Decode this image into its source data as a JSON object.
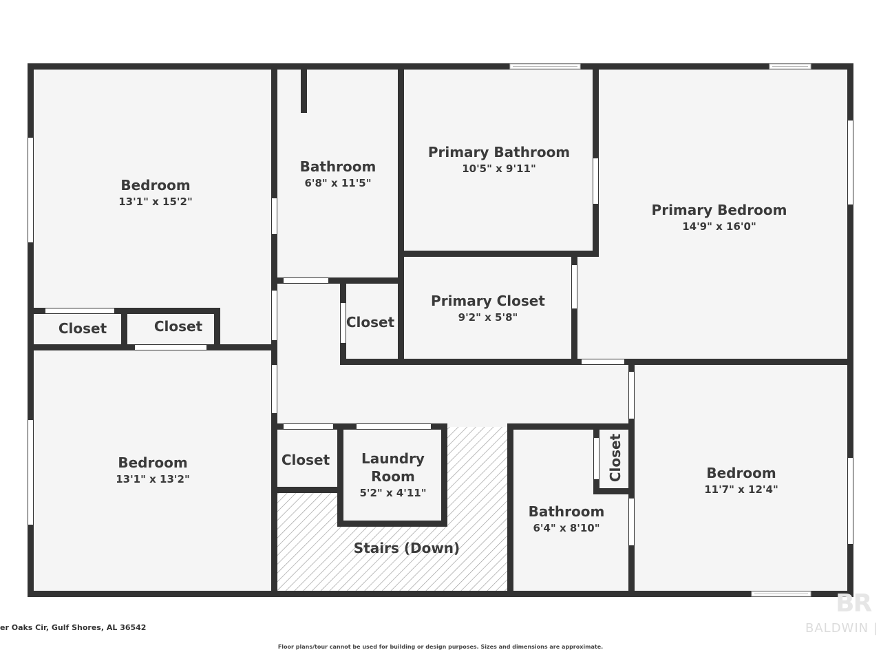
{
  "rooms": [
    {
      "id": "bedroom-nw",
      "name": "Bedroom",
      "dims": "13'1\" x 15'2\""
    },
    {
      "id": "bathroom-north",
      "name": "Bathroom",
      "dims": "6'8\" x 11'5\""
    },
    {
      "id": "primary-bathroom",
      "name": "Primary Bathroom",
      "dims": "10'5\" x 9'11\""
    },
    {
      "id": "primary-bedroom",
      "name": "Primary Bedroom",
      "dims": "14'9\" x 16'0\""
    },
    {
      "id": "primary-closet",
      "name": "Primary Closet",
      "dims": "9'2\" x 5'8\""
    },
    {
      "id": "closet-west-1",
      "name": "Closet"
    },
    {
      "id": "closet-west-2",
      "name": "Closet"
    },
    {
      "id": "closet-hall",
      "name": "Closet"
    },
    {
      "id": "bedroom-sw",
      "name": "Bedroom",
      "dims": "13'1\" x 13'2\""
    },
    {
      "id": "closet-south",
      "name": "Closet"
    },
    {
      "id": "laundry-room",
      "name_line1": "Laundry",
      "name_line2": "Room",
      "dims": "5'2\" x 4'11\""
    },
    {
      "id": "stairs",
      "name": "Stairs (Down)"
    },
    {
      "id": "bathroom-south",
      "name": "Bathroom",
      "dims": "6'4\" x 8'10\""
    },
    {
      "id": "closet-vertical",
      "name": "Closet"
    },
    {
      "id": "bedroom-se",
      "name": "Bedroom",
      "dims": "11'7\" x 12'4\""
    }
  ],
  "footer": {
    "address": "er Oaks Cir, Gulf Shores, AL 36542",
    "disclaimer": "Floor plans/tour cannot be used for building or design purposes. Sizes and dimensions are approximate.",
    "logo_mark": "BR",
    "logo_text": "BALDWIN | M"
  },
  "colors": {
    "wall": "#333333",
    "floor": "#f5f5f5",
    "opening": "#ffffff",
    "hatch": "#888888"
  }
}
